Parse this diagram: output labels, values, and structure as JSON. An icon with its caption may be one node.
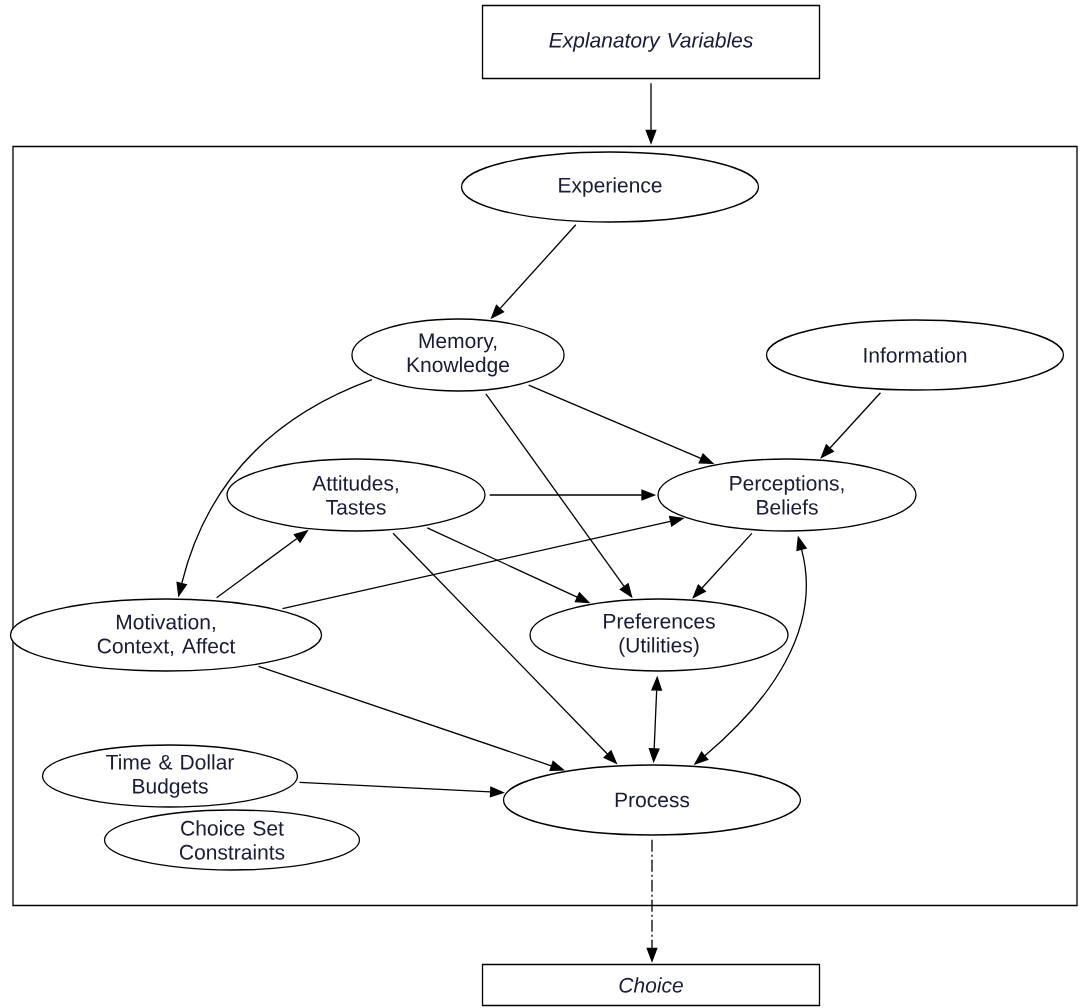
{
  "diagram": {
    "nodes": [
      {
        "text": [
          "Explanatory Variables"
        ]
      },
      {
        "text": [],
        "shape": "box"
      },
      {
        "text": [
          "Experience"
        ],
        "in": 1
      },
      {
        "text": [
          "Memory, Knowledge"
        ],
        "in": 1
      },
      {
        "text": [
          "Information"
        ],
        "in": 1
      },
      {
        "text": [
          "Attitudes, Tastes"
        ],
        "in": 1
      },
      {
        "text": [
          "Perceptions, Beliefs"
        ],
        "in": 1
      },
      {
        "text": [
          "Motivation, Context, Affect"
        ],
        "in": 1
      },
      {
        "text": [
          "Preferences (Utilities)"
        ],
        "in": 1
      },
      {
        "text": [
          "Time & Dollar Budgets"
        ],
        "in": 1
      },
      {
        "text": [
          "Choice Set Constraints"
        ],
        "in": 1
      },
      {
        "text": [
          "Process"
        ],
        "in": 1
      },
      {
        "text": [
          "Choice"
        ]
      }
    ],
    "edges": [
      {
        "from": 0,
        "to": 1,
        "arrow": "to"
      },
      {
        "from": 2,
        "to": 3,
        "arrow": "to"
      },
      {
        "from": 3,
        "to": 7,
        "arrow": "to"
      },
      {
        "from": 3,
        "to": 6,
        "arrow": "to"
      },
      {
        "from": 3,
        "to": 8,
        "arrow": "to"
      },
      {
        "from": 4,
        "to": 6,
        "arrow": "to"
      },
      {
        "from": 5,
        "to": 6,
        "arrow": "to"
      },
      {
        "from": 5,
        "to": 8,
        "arrow": "to"
      },
      {
        "from": 5,
        "to": 11,
        "arrow": "to"
      },
      {
        "from": 7,
        "to": 5,
        "arrow": "to"
      },
      {
        "from": 7,
        "to": 6,
        "arrow": "to"
      },
      {
        "from": 7,
        "to": 11,
        "arrow": "to"
      },
      {
        "from": 6,
        "to": 8,
        "arrow": "to"
      },
      {
        "from": 8,
        "to": 11,
        "arrow": "both"
      },
      {
        "from": 6,
        "to": 11,
        "arrow": "both"
      },
      {
        "from": 9,
        "to": 11,
        "arrow": "to"
      },
      {
        "from": 11,
        "to": 12,
        "arrow": "to",
        "style": "dashed"
      }
    ]
  }
}
